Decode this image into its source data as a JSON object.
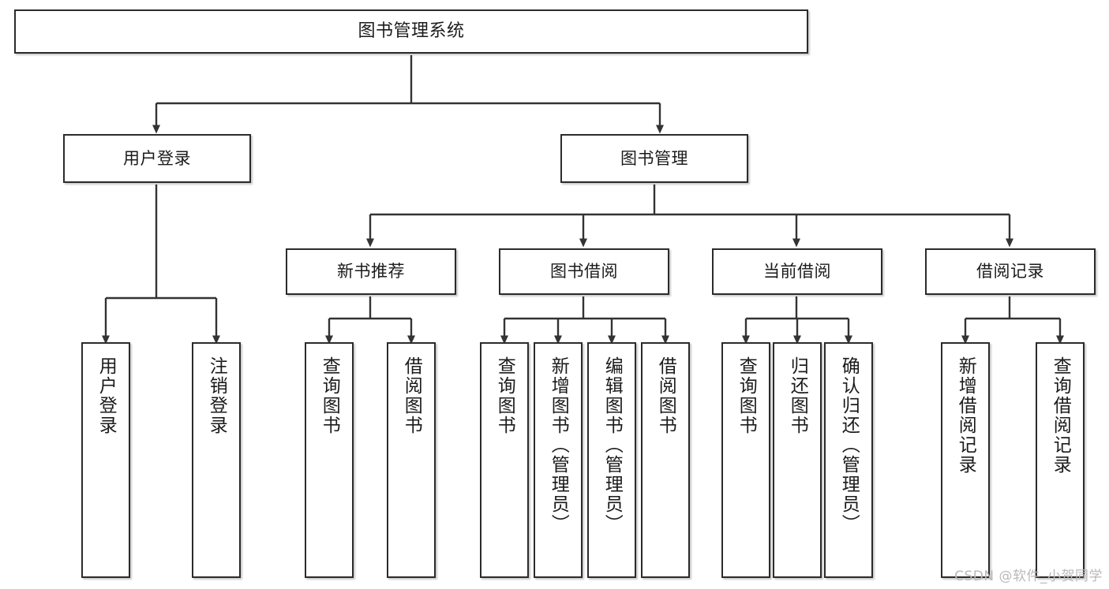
{
  "diagram": {
    "title": "图书管理系统",
    "type": "tree-hierarchy",
    "watermark": "CSDN @软件_小贺同学",
    "colors": {
      "background": "#ffffff",
      "box_border": "#2b2b2b",
      "box_fill": "#ffffff",
      "edge": "#333333",
      "text": "#1b1b1b",
      "watermark": "#b9b9b9"
    }
  },
  "nodes": {
    "root": {
      "label": "图书管理系统",
      "level": 1
    },
    "level2": [
      {
        "id": "user-login",
        "label": "用户登录"
      },
      {
        "id": "book-manage",
        "label": "图书管理"
      }
    ],
    "level3": [
      {
        "id": "new-book-recommend",
        "label": "新书推荐"
      },
      {
        "id": "book-borrow",
        "label": "图书借阅"
      },
      {
        "id": "current-borrow",
        "label": "当前借阅"
      },
      {
        "id": "borrow-record",
        "label": "借阅记录"
      }
    ],
    "leaves": {
      "user-login": [
        {
          "id": "leaf-user-login",
          "label": "用户登录"
        },
        {
          "id": "leaf-logout-login",
          "label": "注销登录"
        }
      ],
      "new-book-recommend": [
        {
          "id": "leaf-query-book-1",
          "label": "查询图书"
        },
        {
          "id": "leaf-borrow-book-1",
          "label": "借阅图书"
        }
      ],
      "book-borrow": [
        {
          "id": "leaf-query-book-2",
          "label": "查询图书"
        },
        {
          "id": "leaf-add-book",
          "label": "新增图书（管理员）"
        },
        {
          "id": "leaf-edit-book",
          "label": "编辑图书（管理员）"
        },
        {
          "id": "leaf-borrow-book-2",
          "label": "借阅图书"
        }
      ],
      "current-borrow": [
        {
          "id": "leaf-query-book-3",
          "label": "查询图书"
        },
        {
          "id": "leaf-return-book",
          "label": "归还图书"
        },
        {
          "id": "leaf-confirm-return",
          "label": "确认归还（管理员）"
        }
      ],
      "borrow-record": [
        {
          "id": "leaf-add-record",
          "label": "新增借阅记录"
        },
        {
          "id": "leaf-query-record",
          "label": "查询借阅记录"
        }
      ]
    }
  }
}
